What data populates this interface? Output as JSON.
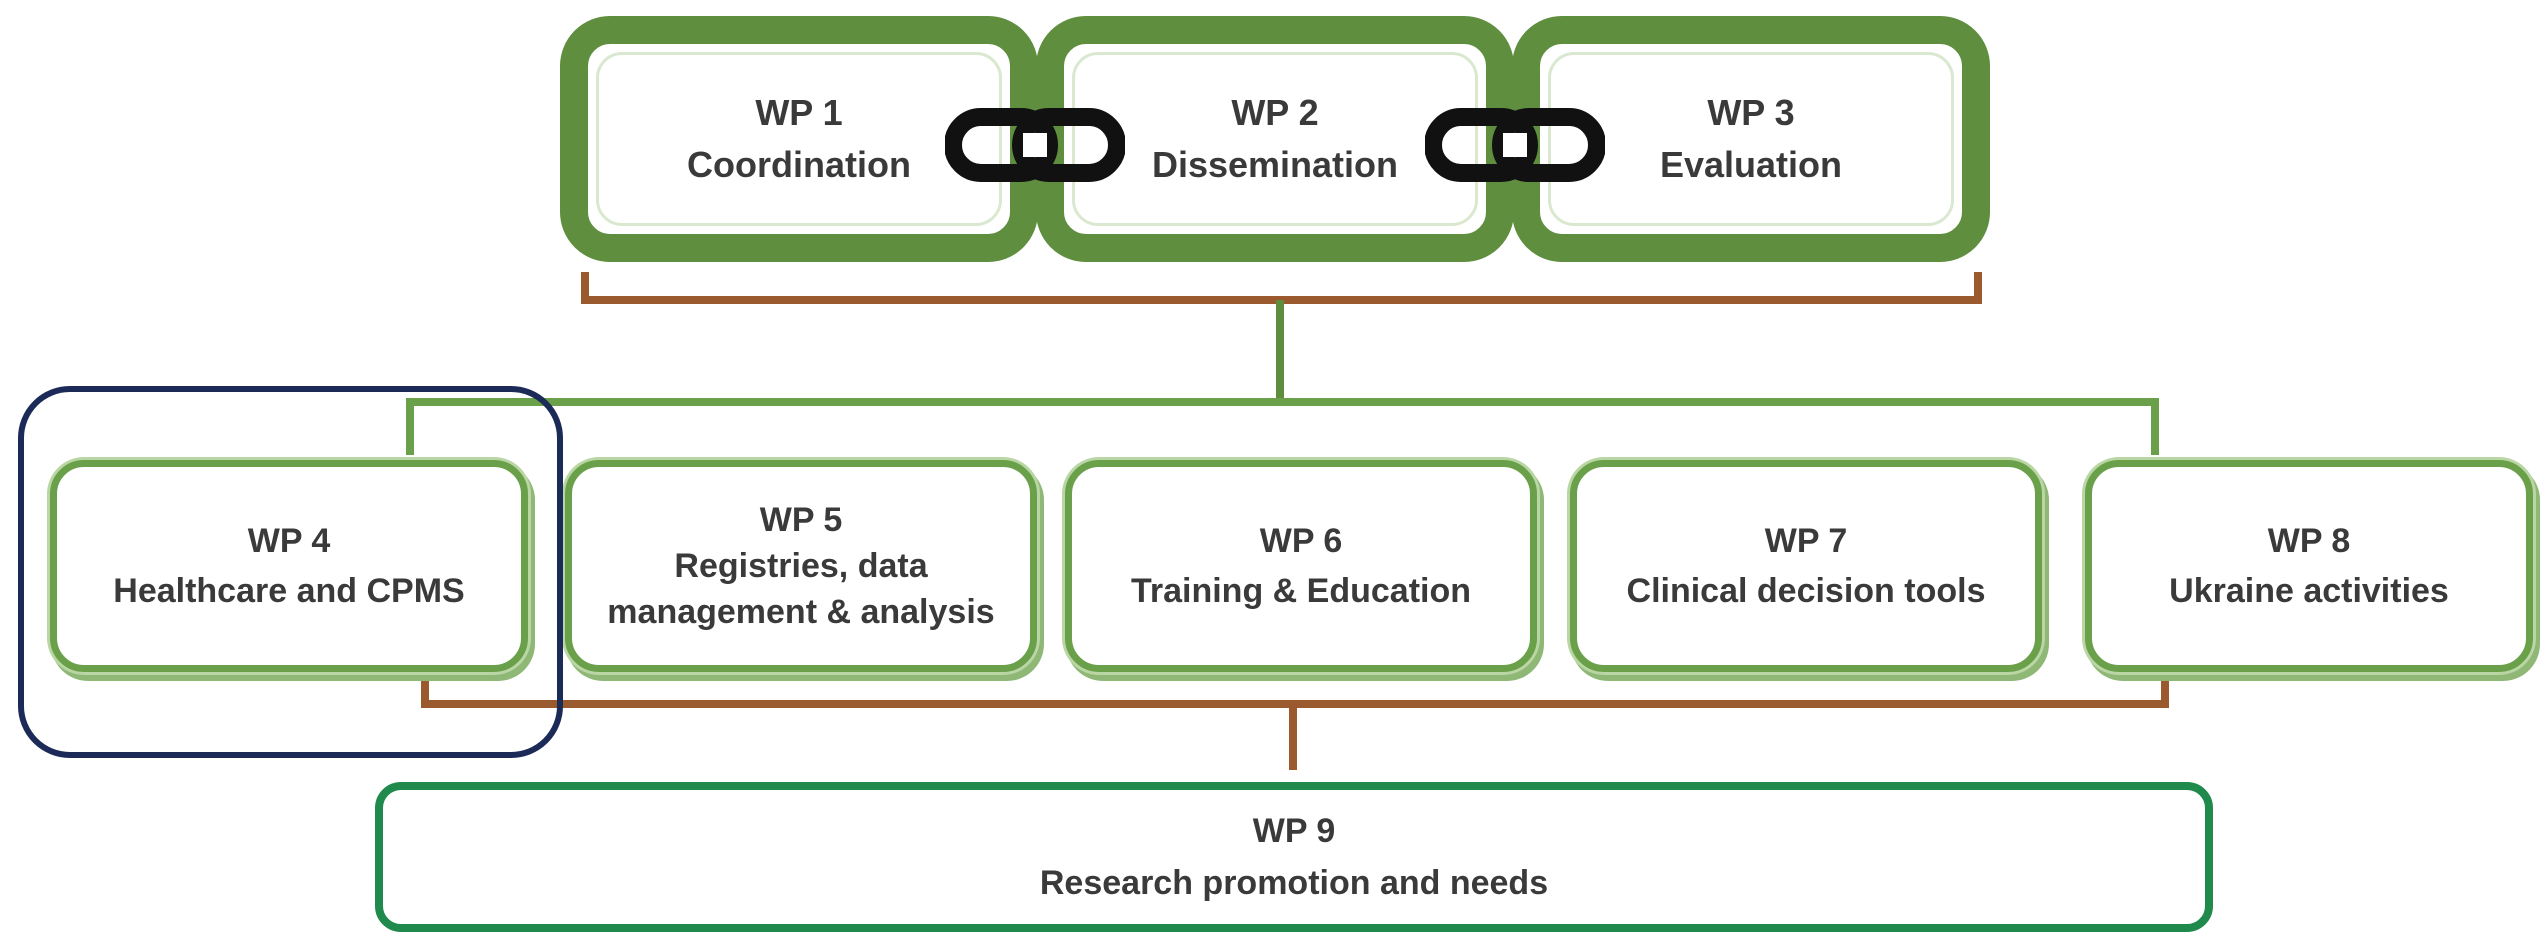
{
  "top_row": [
    {
      "id": "WP 1",
      "title": "Coordination"
    },
    {
      "id": "WP 2",
      "title": "Dissemination"
    },
    {
      "id": "WP 3",
      "title": "Evaluation"
    }
  ],
  "middle_row": [
    {
      "id": "WP 4",
      "title": "Healthcare and CPMS"
    },
    {
      "id": "WP 5",
      "title": "Registries, data management & analysis"
    },
    {
      "id": "WP 6",
      "title": "Training & Education"
    },
    {
      "id": "WP 7",
      "title": "Clinical decision tools"
    },
    {
      "id": "WP 8",
      "title": "Ukraine activities"
    }
  ],
  "bottom": {
    "id": "WP 9",
    "title": "Research promotion and needs"
  },
  "icons": {
    "link": "chain-link-icon"
  },
  "colors": {
    "top_border": "#5e8e3e",
    "mid_border": "#6aa04a",
    "bottom_border": "#1f8a4c",
    "bracket": "#9a5a2e",
    "connector_green": "#5e8e3e",
    "highlight": "#1b2a57"
  }
}
